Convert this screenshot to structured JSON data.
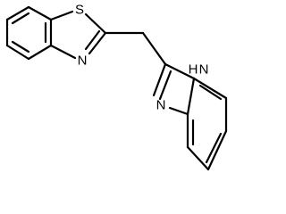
{
  "molecule": {
    "atoms": {
      "S": "S",
      "N_thiazole": "N",
      "N_imidazole": "N",
      "NH_imidazole": "H"
    }
  }
}
